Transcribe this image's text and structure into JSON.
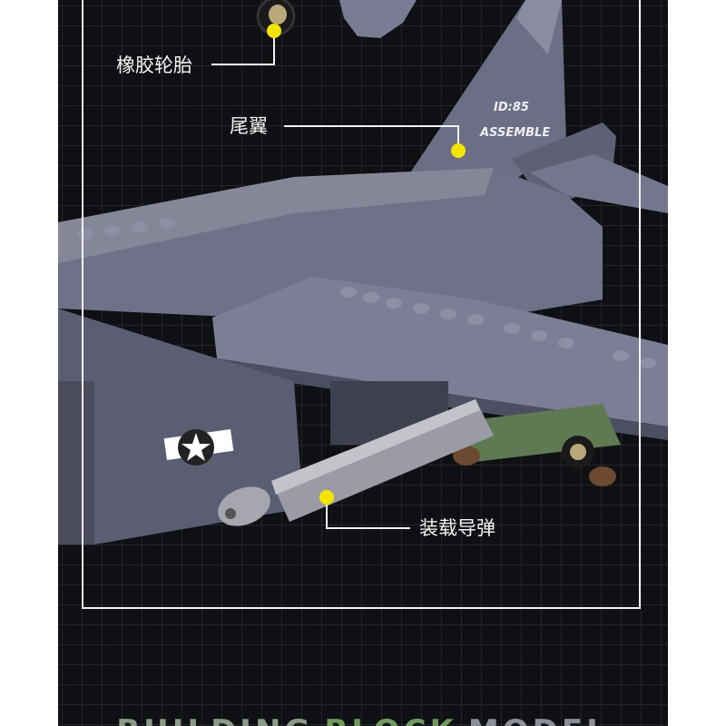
{
  "labels": {
    "tire": "橡胶轮胎",
    "tail": "尾翼",
    "missile": "装载导弹"
  },
  "decals": {
    "tail_id": "ID:85",
    "tail_word": "ASSEMBLE"
  },
  "bottom_title": {
    "word1": "BUILDING",
    "word2": "BLOCK",
    "word3": "MODEL"
  },
  "colors": {
    "background": "#0f1013",
    "callout_dot": "#f5e400",
    "model_gray": "#6f7189",
    "frame": "#f2f2f2"
  }
}
